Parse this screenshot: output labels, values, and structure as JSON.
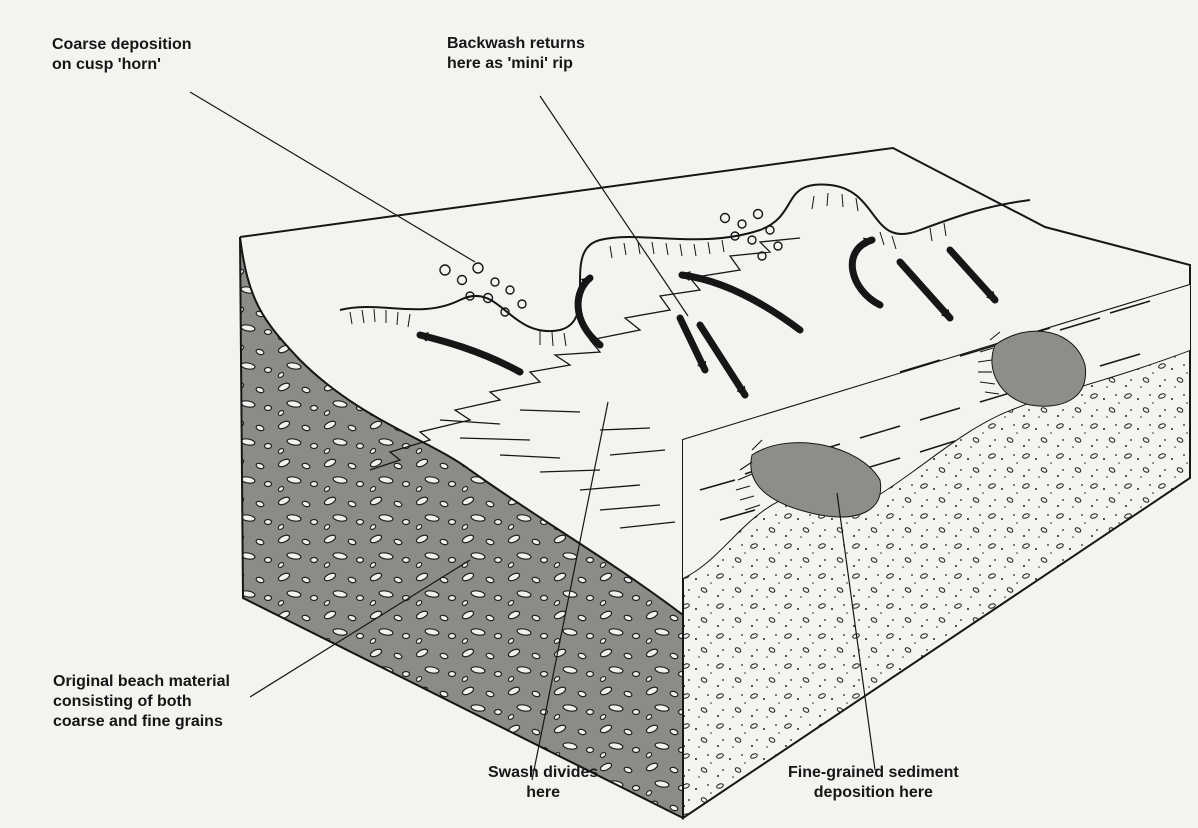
{
  "diagram": {
    "labels": {
      "coarse_deposition": [
        "Coarse deposition",
        "on cusp 'horn'"
      ],
      "backwash_returns": [
        "Backwash returns",
        "here as 'mini' rip"
      ],
      "original_material": [
        "Original beach material",
        "consisting of both",
        "coarse and fine grains"
      ],
      "swash_divides": [
        "Swash divides",
        "here"
      ],
      "fine_grained": [
        "Fine-grained sediment",
        "deposition here"
      ]
    },
    "colors": {
      "paper": "#f4f3f0",
      "ink": "#161616",
      "shading_dark": "#8a8885",
      "shading_light": "#aaa8a5",
      "bleed_text": "#c9c6bf"
    }
  }
}
